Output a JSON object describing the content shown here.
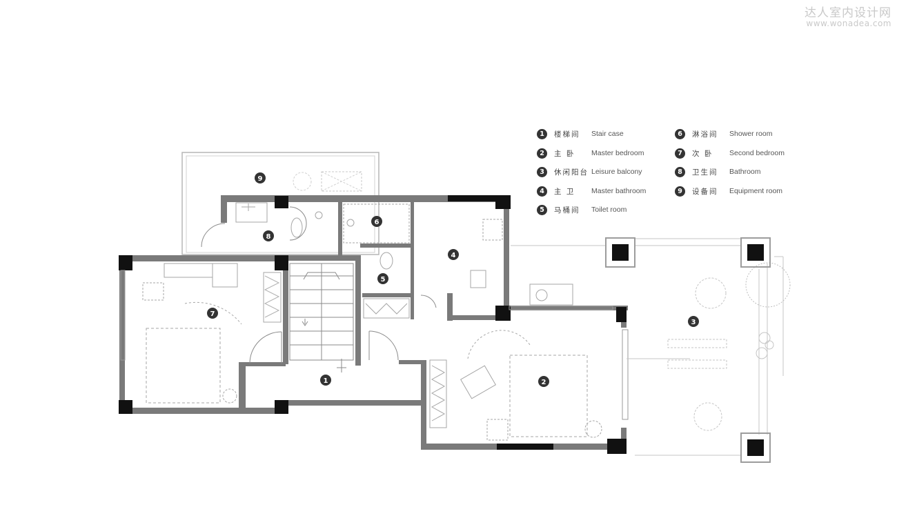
{
  "watermark": {
    "brand": "达人室内设计网",
    "url": "www.wonadea.com"
  },
  "legend": [
    {
      "num": "1",
      "cn": "楼梯间",
      "en": "Stair case"
    },
    {
      "num": "2",
      "cn": "主 卧",
      "en": "Master bedroom"
    },
    {
      "num": "3",
      "cn": "休闲阳台",
      "en": "Leisure balcony"
    },
    {
      "num": "4",
      "cn": "主 卫",
      "en": "Master bathroom"
    },
    {
      "num": "5",
      "cn": "马桶间",
      "en": "Toilet room"
    },
    {
      "num": "6",
      "cn": "淋浴间",
      "en": "Shower room"
    },
    {
      "num": "7",
      "cn": "次 卧",
      "en": "Second bedroom"
    },
    {
      "num": "8",
      "cn": "卫生间",
      "en": "Bathroom"
    },
    {
      "num": "9",
      "cn": "设备间",
      "en": "Equipment room"
    }
  ],
  "room_labels": {
    "stair": "1",
    "master_bedroom": "2",
    "balcony": "3",
    "master_bathroom": "4",
    "toilet": "5",
    "shower": "6",
    "second_bedroom": "7",
    "bathroom": "8",
    "equipment": "9"
  }
}
